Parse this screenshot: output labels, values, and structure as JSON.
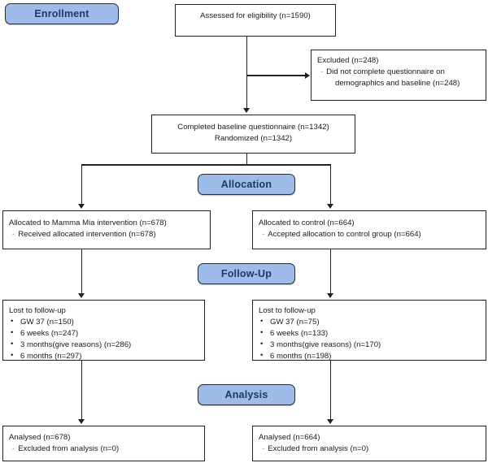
{
  "diagram": {
    "title": "CONSORT participant flow diagram",
    "accent_color": "#9dbcea",
    "banner_text_color": "#1f3864",
    "line_color": "#231f20"
  },
  "banners": {
    "enrollment": "Enrollment",
    "allocation": "Allocation",
    "followup": "Follow-Up",
    "analysis": "Analysis"
  },
  "boxes": {
    "assessed": {
      "line1": "Assessed for eligibility (n=1590)"
    },
    "excluded": {
      "line1": "Excluded  (n=248)",
      "line2": "Did not complete questionnaire on",
      "line3": "demographics and baseline (n=248)"
    },
    "baseline": {
      "line1": "Completed baseline questionnaire (n=1342)",
      "line2": "Randomized (n=1342)"
    },
    "alloc_intervention": {
      "line1": "Allocated to Mamma Mia intervention (n=678)",
      "line2": "Received allocated intervention (n=678)"
    },
    "alloc_control": {
      "line1": "Allocated to control (n=664)",
      "line2": "Accepted allocation to control group (n=664)"
    },
    "lost_intervention": {
      "header": "Lost to follow-up",
      "items": [
        "GW 37 (n=150)",
        "6 weeks (n=247)",
        "3 months(give reasons) (n=286)",
        "6 months (n=297)"
      ]
    },
    "lost_control": {
      "header": "Lost to follow-up",
      "items": [
        "GW 37 (n=75)",
        "6 weeks (n=133)",
        "3 months(give reasons) (n=170)",
        "6 months (n=198)"
      ]
    },
    "analysed_intervention": {
      "line1": "Analysed  (n=678)",
      "line2": "Excluded from analysis (n=0)"
    },
    "analysed_control": {
      "line1": "Analysed  (n=664)",
      "line2": "Excluded from analysis (n=0)"
    }
  }
}
